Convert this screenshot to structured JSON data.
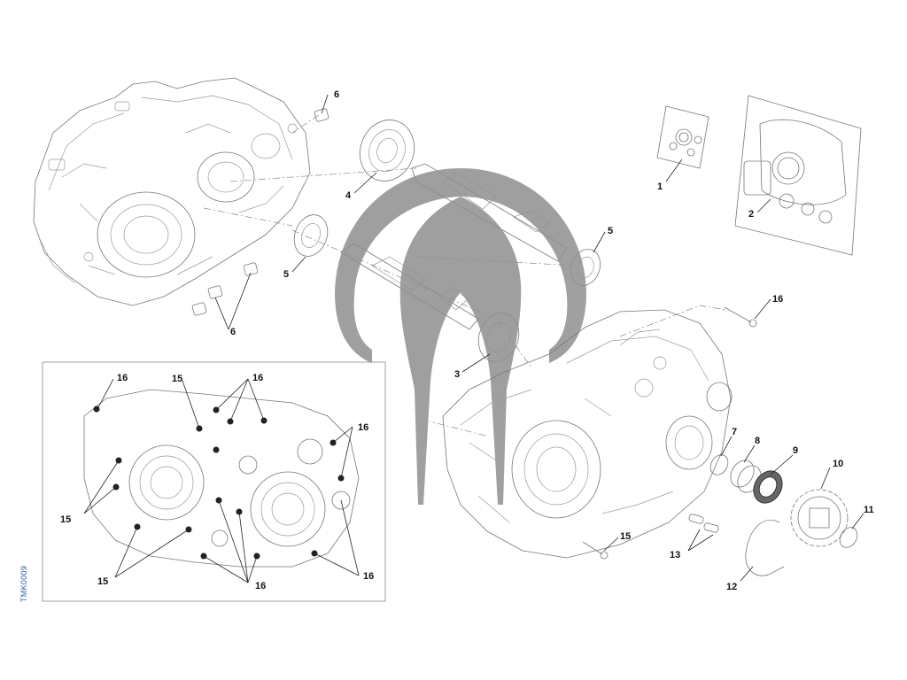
{
  "diagram": {
    "document_code": "TMK0009",
    "accent_color": "#2a5ca8",
    "watermark_color": "#8f8f8f",
    "callouts": {
      "c1": "1",
      "c2": "2",
      "c3": "3",
      "c4": "4",
      "c5a": "5",
      "c5b": "5",
      "c6a": "6",
      "c6b": "6",
      "c7": "7",
      "c8": "8",
      "c9": "9",
      "c10": "10",
      "c11": "11",
      "c12": "12",
      "c13": "13",
      "c15a": "15",
      "c16a": "16",
      "inset": {
        "c16_tl": "16",
        "c16_t": "16",
        "c16_r": "16",
        "c16_br": "16",
        "c16_b": "16",
        "c15_t": "15",
        "c15_l": "15",
        "c15_b": "15"
      }
    },
    "icons": [
      "gasket-kit-icon",
      "gasket-set-icon",
      "bearing-icon",
      "shaft-icon",
      "dowel-icon",
      "bolt-icon",
      "circlip-icon",
      "spacer-icon",
      "oil-seal-icon",
      "sprocket-icon",
      "chain-icon",
      "chain-link-icon",
      "watermark-logo"
    ]
  }
}
